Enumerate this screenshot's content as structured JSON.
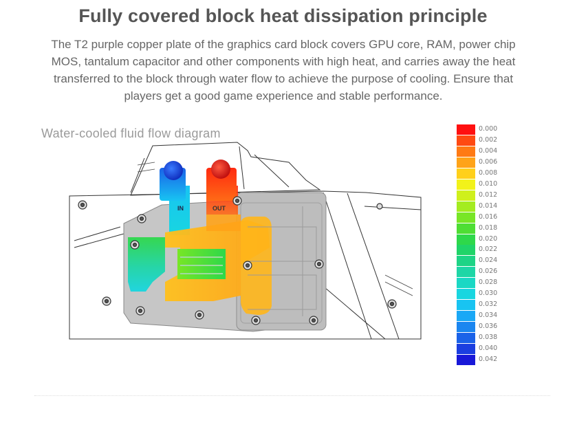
{
  "header": {
    "title": "Fully covered block heat dissipation principle",
    "description_lines": [
      "The T2 purple copper plate of the graphics card block covers GPU core, RAM, power chip",
      "MOS, tantalum capacitor and other components with high heat, and carries away the heat",
      "transferred to the block through water flow to achieve the purpose of cooling. Ensure that",
      "players get a good game experience and stable performance."
    ]
  },
  "diagram": {
    "title": "Water-cooled fluid flow diagram",
    "inlet_label": "IN",
    "outlet_label": "OUT",
    "inlet_color": "#1e5fe0",
    "outlet_color": "#e0321e"
  },
  "legend": {
    "items": [
      {
        "value": "0.000",
        "color": "#ff1010"
      },
      {
        "value": "0.002",
        "color": "#ff4a12"
      },
      {
        "value": "0.004",
        "color": "#ff7a14"
      },
      {
        "value": "0.006",
        "color": "#ffa318"
      },
      {
        "value": "0.008",
        "color": "#ffd01a"
      },
      {
        "value": "0.010",
        "color": "#f2f21a"
      },
      {
        "value": "0.012",
        "color": "#cff01c"
      },
      {
        "value": "0.014",
        "color": "#a4ec20"
      },
      {
        "value": "0.016",
        "color": "#78e626"
      },
      {
        "value": "0.018",
        "color": "#4ede34"
      },
      {
        "value": "0.020",
        "color": "#2ed84a"
      },
      {
        "value": "0.022",
        "color": "#20d468"
      },
      {
        "value": "0.024",
        "color": "#1ed486"
      },
      {
        "value": "0.026",
        "color": "#1ed6a6"
      },
      {
        "value": "0.028",
        "color": "#1ad8c4"
      },
      {
        "value": "0.030",
        "color": "#18d6e0"
      },
      {
        "value": "0.032",
        "color": "#18c4f2"
      },
      {
        "value": "0.034",
        "color": "#1aa8f6"
      },
      {
        "value": "0.036",
        "color": "#1a86f0"
      },
      {
        "value": "0.038",
        "color": "#1a62e8"
      },
      {
        "value": "0.040",
        "color": "#1a3ee0"
      },
      {
        "value": "0.042",
        "color": "#1818d8"
      }
    ]
  }
}
